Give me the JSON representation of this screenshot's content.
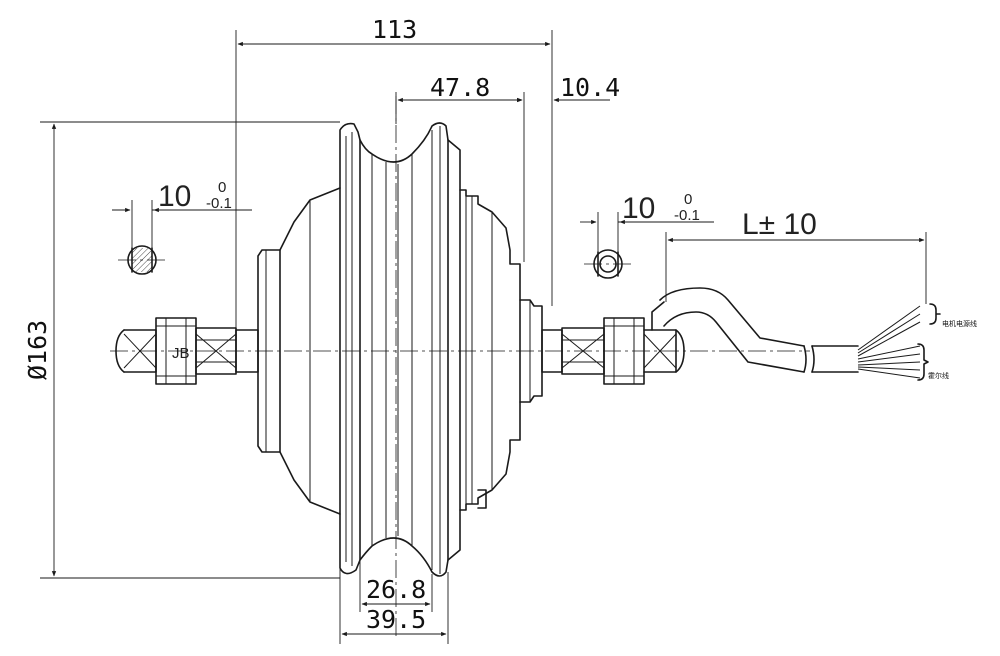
{
  "dimensions": {
    "overall_width": "113",
    "hub_flange_width": "47.8",
    "right_offset": "10.4",
    "diameter": "Ø163",
    "rim_inner_width": "26.8",
    "rim_outer_width": "39.5",
    "left_axle_flat_nominal": "10",
    "left_axle_flat_upper": "0",
    "left_axle_flat_lower": "-0.1",
    "right_axle_flat_nominal": "10",
    "right_axle_flat_upper": "0",
    "right_axle_flat_lower": "-0.1",
    "cable_length": "L± 10"
  },
  "labels": {
    "axle_mark": "JB",
    "cable_note_top": "电机电源线",
    "cable_note_bottom": "霍尔线"
  }
}
